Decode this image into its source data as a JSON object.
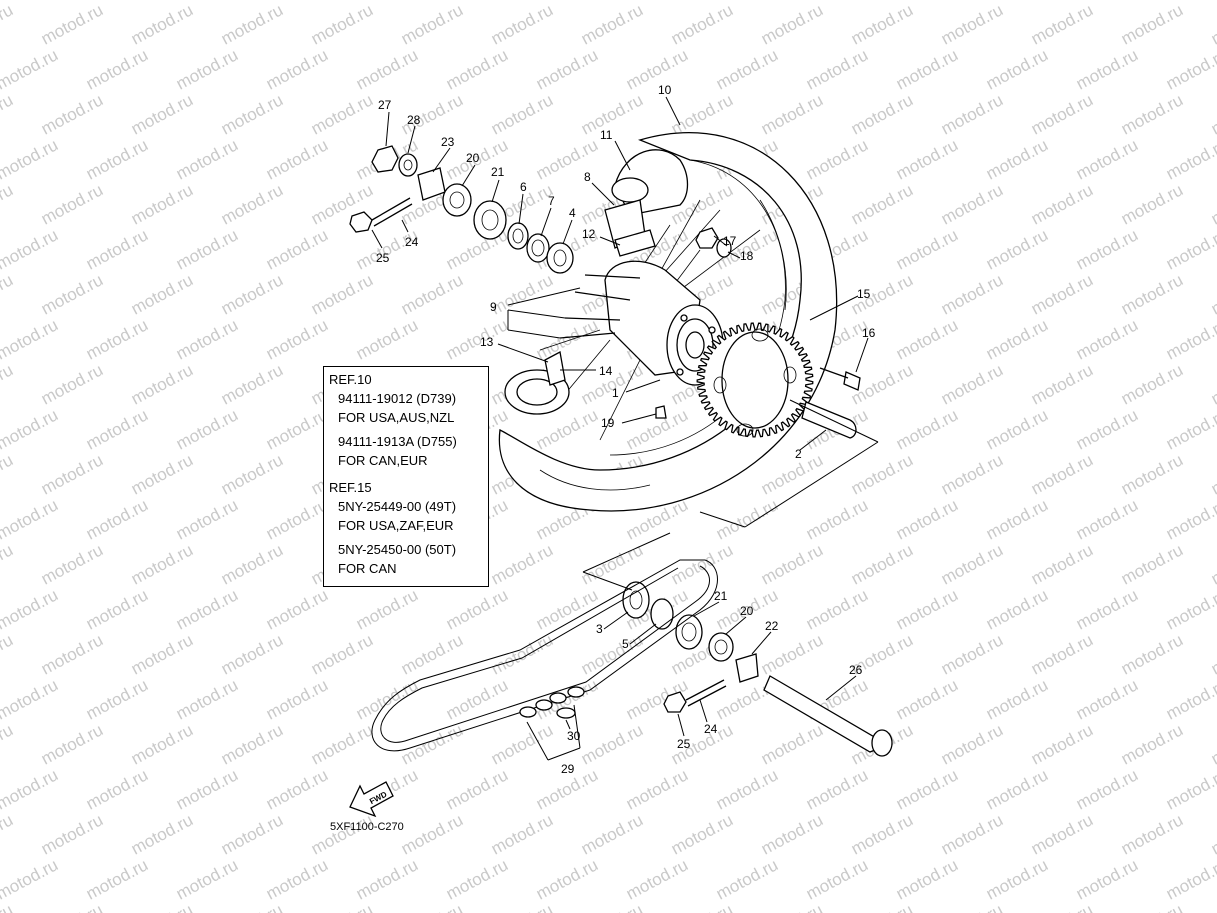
{
  "watermark": "motod.ru",
  "callouts": {
    "c1": "1",
    "c2": "2",
    "c3": "3",
    "c4": "4",
    "c5": "5",
    "c6": "6",
    "c7": "7",
    "c8": "8",
    "c9": "9",
    "c10": "10",
    "c11": "11",
    "c12": "12",
    "c13": "13",
    "c14": "14",
    "c15": "15",
    "c16": "16",
    "c17": "17",
    "c18": "18",
    "c19": "19",
    "c20a": "20",
    "c20b": "20",
    "c21a": "21",
    "c21b": "21",
    "c22": "22",
    "c23": "23",
    "c24a": "24",
    "c24b": "24",
    "c25a": "25",
    "c25b": "25",
    "c26": "26",
    "c27": "27",
    "c28": "28",
    "c29": "29",
    "c30": "30"
  },
  "ref_box": {
    "ref10_title": "REF.10",
    "ref10_line1": "94111-19012 (D739)",
    "ref10_line2": "FOR USA,AUS,NZL",
    "ref10_line3": "94111-1913A (D755)",
    "ref10_line4": "FOR CAN,EUR",
    "ref15_title": "REF.15",
    "ref15_line1": "5NY-25449-00 (49T)",
    "ref15_line2": "FOR USA,ZAF,EUR",
    "ref15_line3": "5NY-25450-00 (50T)",
    "ref15_line4": "FOR CAN"
  },
  "fwd_label": "FWD",
  "diagram_code": "5XF1100-C270"
}
